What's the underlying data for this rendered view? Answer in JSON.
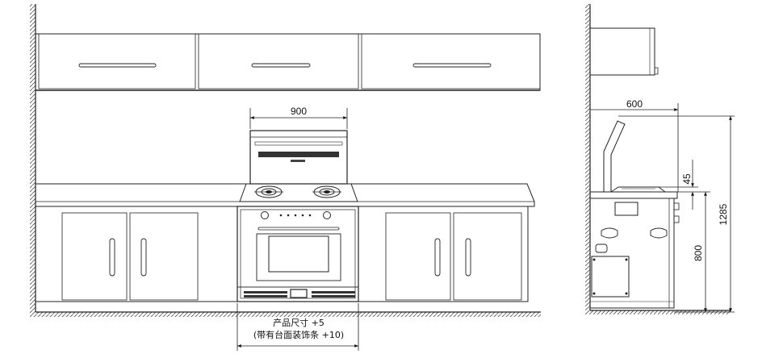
{
  "front_view": {
    "width_dimension": "900",
    "size_note_line1": "产品尺寸 +5",
    "size_note_line2": "(带有台面装饰条 +10)"
  },
  "side_view": {
    "depth_dimension": "600",
    "hob_height_dimension": "45",
    "counter_height_dimension": "800",
    "total_height_dimension": "1285"
  }
}
